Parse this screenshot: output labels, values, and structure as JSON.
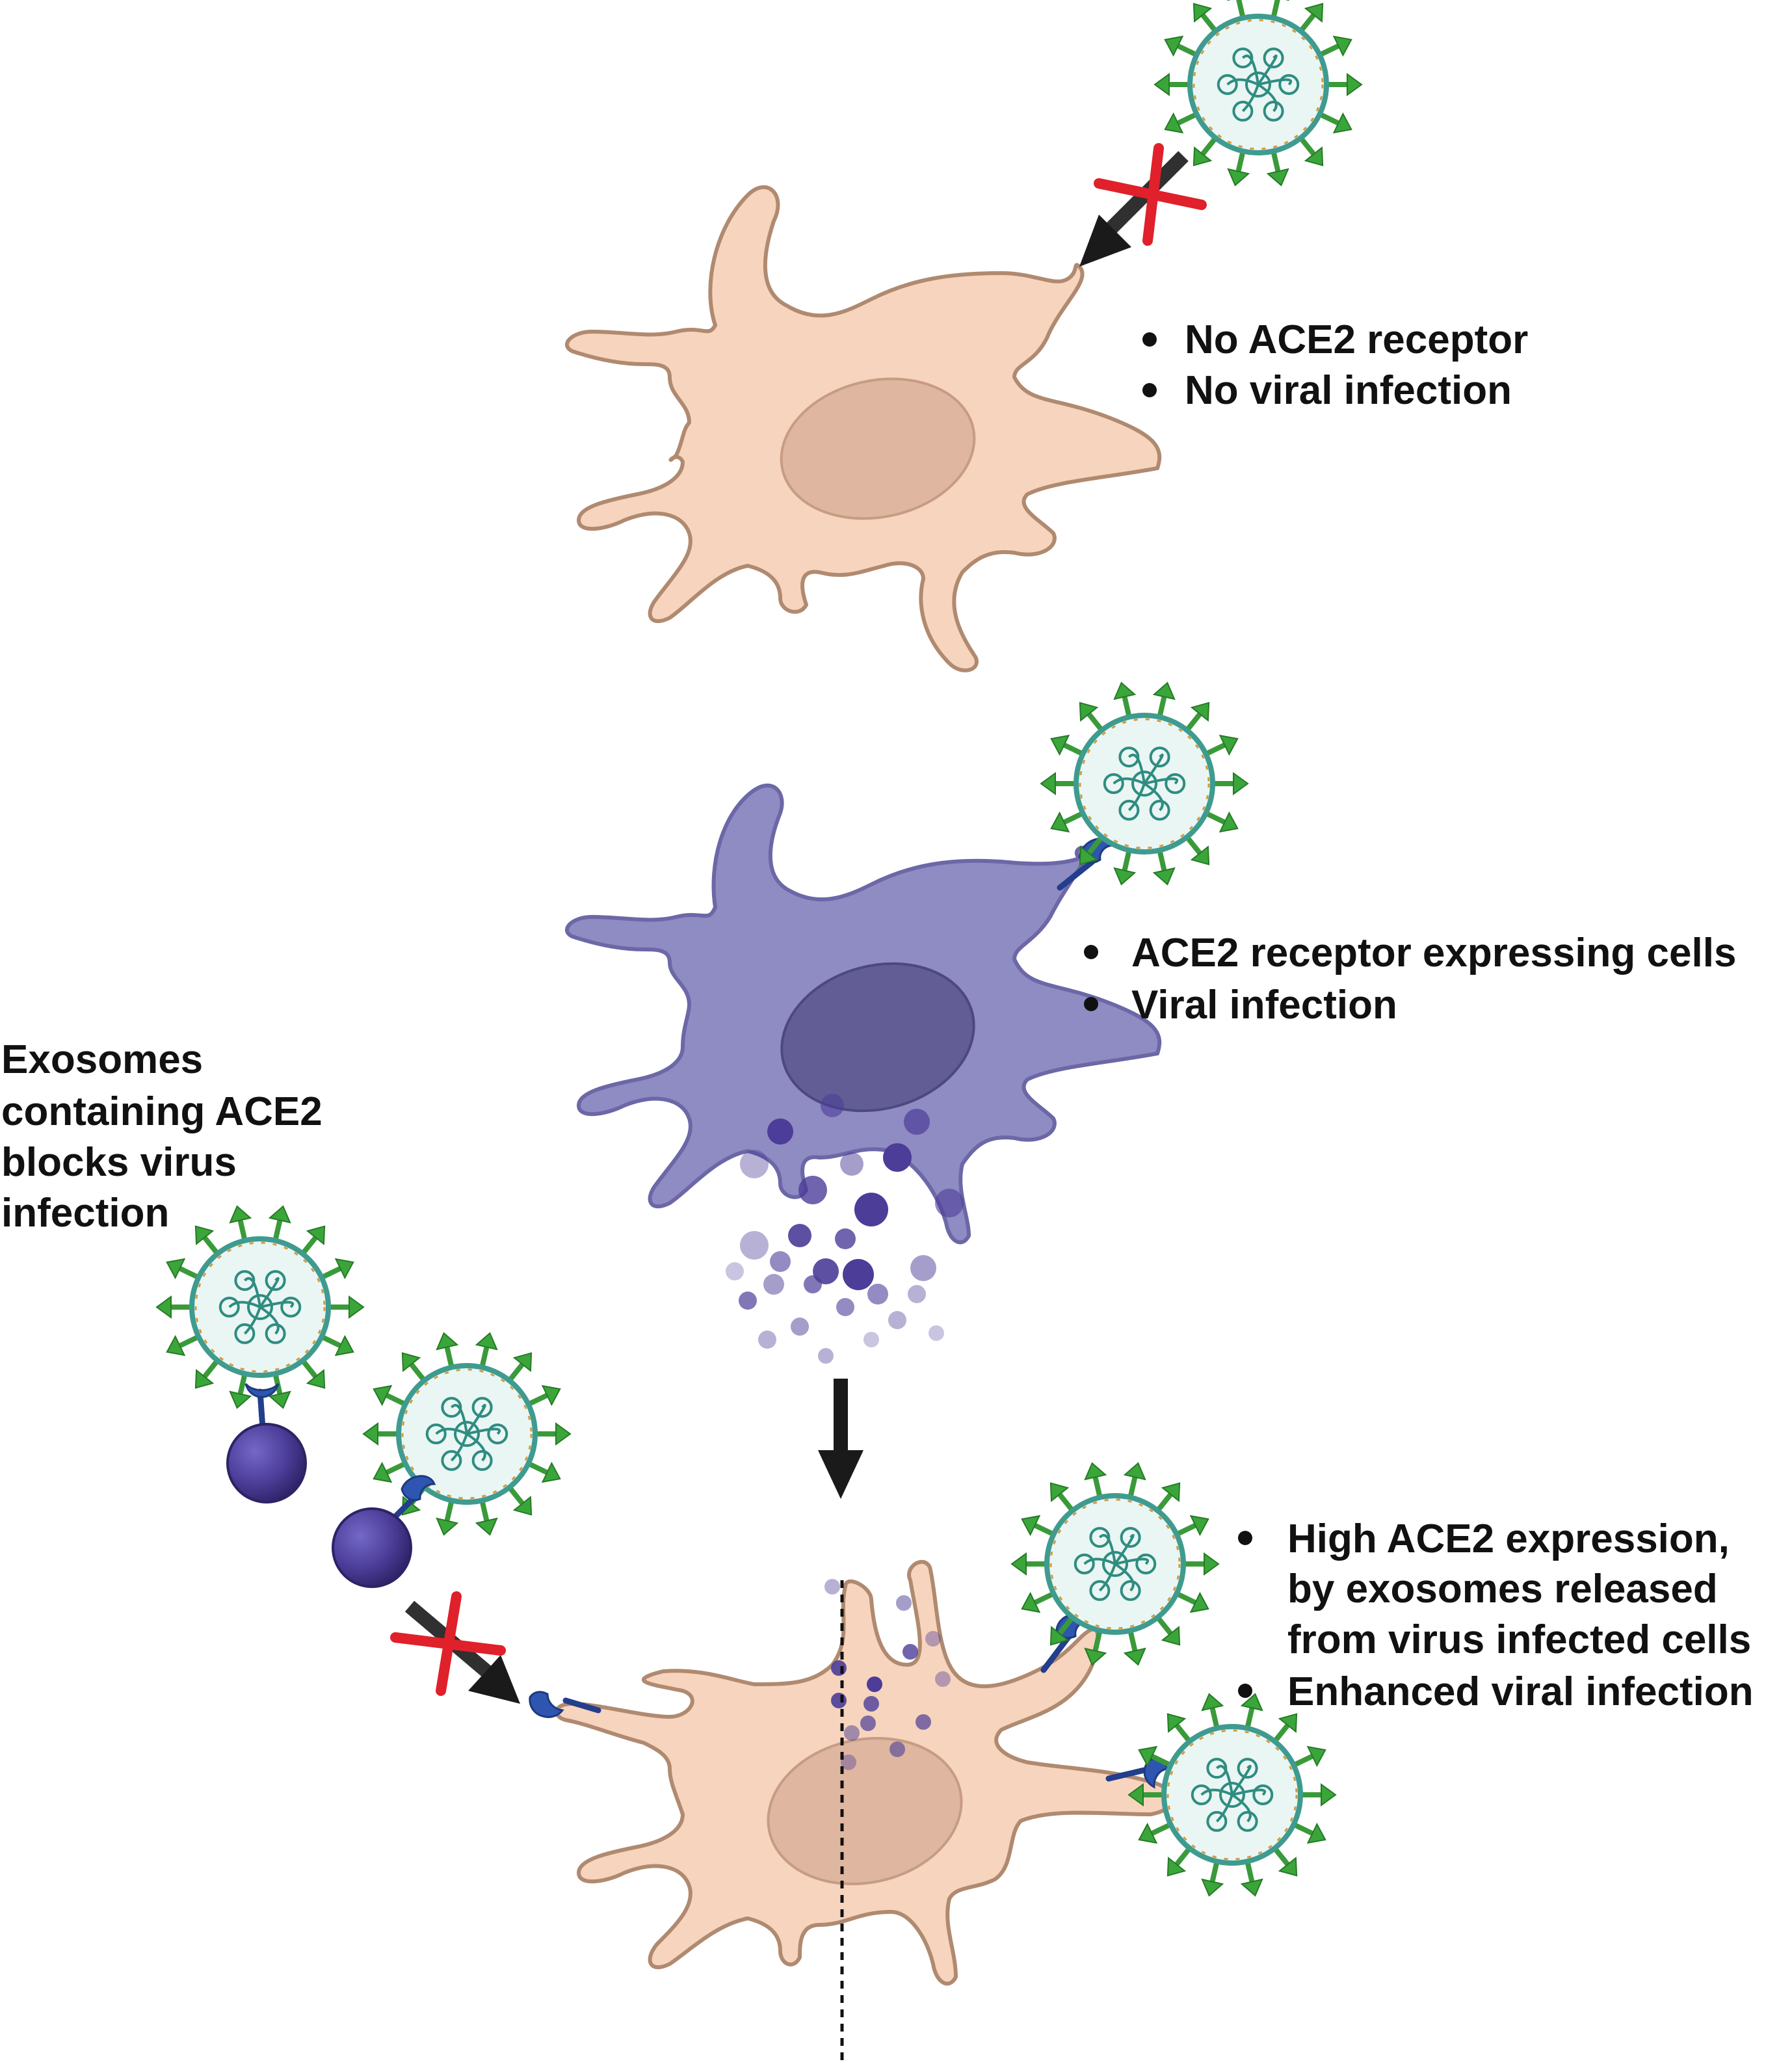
{
  "panels": {
    "top": {
      "bullets": [
        "No ACE2 receptor",
        "No viral infection"
      ]
    },
    "middle": {
      "bullets": [
        "ACE2 receptor expressing cells",
        "Viral infection"
      ]
    },
    "bottom": {
      "bullets": [
        "High ACE2 expression,",
        "by exosomes released",
        "from virus infected cells",
        "Enhanced viral infection"
      ]
    }
  },
  "left_caption": {
    "lines": [
      "Exosomes",
      "containing ACE2",
      "blocks virus",
      "infection"
    ]
  },
  "colors": {
    "cell_normal_fill": "#f7d4bd",
    "cell_normal_stroke": "#b08a70",
    "nucleus_normal": "#dfb6a0",
    "cell_infected_fill": "#8f8bc3",
    "cell_infected_stroke": "#6c67a6",
    "nucleus_infected": "#625d94",
    "exosome": "#4b3d98",
    "virus_membrane": "#3f9b8f",
    "spike": "#3a9a3a",
    "receptor": "#223e8c",
    "block_mark": "#e0202a",
    "arrow": "#1a1a1a"
  },
  "icons": [
    "virus-icon",
    "exosome-icon",
    "ace2-receptor-icon",
    "block-x-icon",
    "arrow-icon"
  ]
}
